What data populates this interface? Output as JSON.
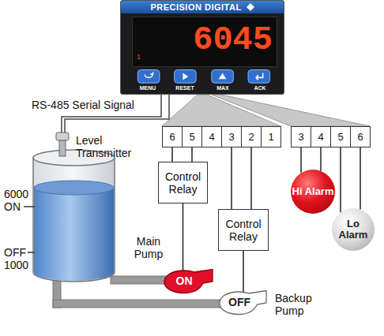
{
  "diagram": {
    "nodes": [
      {
        "text": [
          "PRECISION DIGITAL",
          "6045",
          "1"
        ]
      },
      {
        "text": [
          "6"
        ]
      },
      {
        "text": [
          "5"
        ]
      },
      {
        "text": [
          "4"
        ]
      },
      {
        "text": [
          "3"
        ]
      },
      {
        "text": [
          "2"
        ]
      },
      {
        "text": [
          "1"
        ]
      },
      {
        "text": [
          "3"
        ]
      },
      {
        "text": [
          "4"
        ]
      },
      {
        "text": [
          "5"
        ]
      },
      {
        "text": [
          "6"
        ]
      },
      {
        "text": [
          "Control Relay"
        ]
      },
      {
        "text": [
          "Control Relay"
        ]
      },
      {
        "text": [
          "Hi Alarm"
        ]
      },
      {
        "text": [
          "Lo Alarm"
        ]
      },
      {
        "text": [
          "ON"
        ]
      },
      {
        "text": [
          "OFF"
        ]
      }
    ],
    "edges": [
      {
        "from": 1,
        "to": 11,
        "arrow": "none"
      },
      {
        "from": 2,
        "to": 11,
        "arrow": "none"
      },
      {
        "from": 11,
        "to": 15,
        "arrow": "none"
      },
      {
        "from": 4,
        "to": 12,
        "arrow": "none"
      },
      {
        "from": 5,
        "to": 12,
        "arrow": "none"
      },
      {
        "from": 12,
        "to": 16,
        "arrow": "none"
      },
      {
        "from": 7,
        "to": 13,
        "arrow": "none"
      },
      {
        "from": 8,
        "to": 13,
        "arrow": "none"
      },
      {
        "from": 9,
        "to": 14,
        "arrow": "none"
      },
      {
        "from": 10,
        "to": 14,
        "arrow": "none"
      }
    ],
    "labels": [
      "MENU",
      "RESET",
      "MAX",
      "ACK",
      "RS-485 Serial Signal",
      "Level Transmitter",
      "6000 ON",
      "OFF 1000",
      "Main Pump",
      "Backup Pump"
    ]
  }
}
